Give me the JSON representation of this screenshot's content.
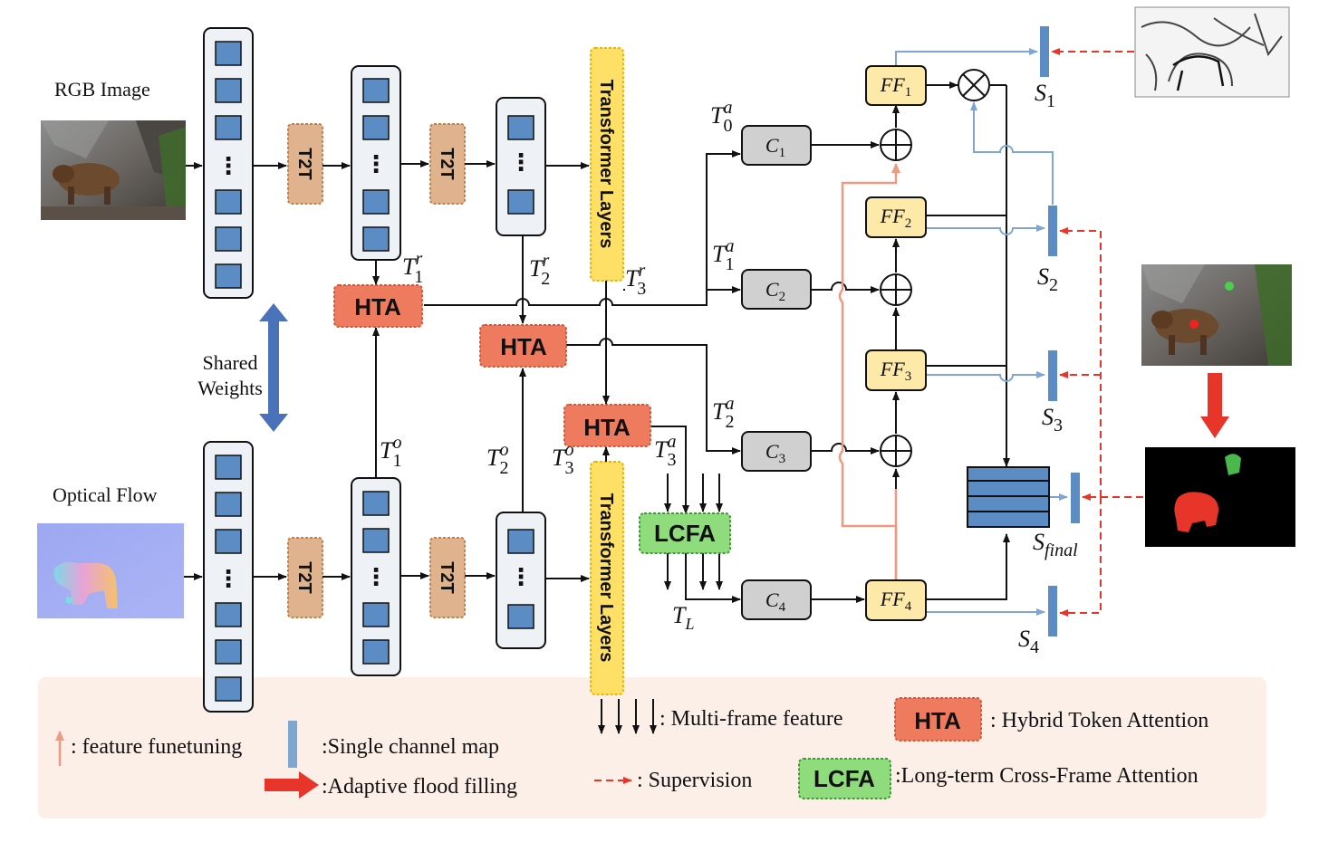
{
  "labels": {
    "rgb_image": "RGB Image",
    "optical_flow": "Optical Flow",
    "shared_line1": "Shared",
    "shared_line2": "Weights",
    "t2t": "T2T",
    "transformer_layers": "Transformer Layers",
    "hta": "HTA",
    "lcfa": "LCFA",
    "dots": "⋮"
  },
  "tokens": {
    "t1r": {
      "base": "T",
      "sup": "r",
      "sub": "1"
    },
    "t2r": {
      "base": "T",
      "sup": "r",
      "sub": "2"
    },
    "t3r": {
      "base": "T",
      "sup": "r",
      "sub": "3"
    },
    "t1o": {
      "base": "T",
      "sup": "o",
      "sub": "1"
    },
    "t2o": {
      "base": "T",
      "sup": "o",
      "sub": "2"
    },
    "t3o": {
      "base": "T",
      "sup": "o",
      "sub": "3"
    },
    "t0a": {
      "base": "T",
      "sup": "a",
      "sub": "0"
    },
    "t1a": {
      "base": "T",
      "sup": "a",
      "sub": "1"
    },
    "t2a": {
      "base": "T",
      "sup": "a",
      "sub": "2"
    },
    "t3a": {
      "base": "T",
      "sup": "a",
      "sub": "3"
    },
    "tl": {
      "base": "T",
      "sub": "L"
    }
  },
  "conv": {
    "c1": {
      "base": "C",
      "sub": "1"
    },
    "c2": {
      "base": "C",
      "sub": "2"
    },
    "c3": {
      "base": "C",
      "sub": "3"
    },
    "c4": {
      "base": "C",
      "sub": "4"
    }
  },
  "ff": {
    "ff1": {
      "base": "FF",
      "sub": "1"
    },
    "ff2": {
      "base": "FF",
      "sub": "2"
    },
    "ff3": {
      "base": "FF",
      "sub": "3"
    },
    "ff4": {
      "base": "FF",
      "sub": "4"
    }
  },
  "outputs": {
    "s1": {
      "base": "S",
      "sub": "1"
    },
    "s2": {
      "base": "S",
      "sub": "2"
    },
    "s3": {
      "base": "S",
      "sub": "3"
    },
    "s4": {
      "base": "S",
      "sub": "4"
    },
    "sfinal": {
      "base": "S",
      "sub": "final"
    }
  },
  "legend": {
    "feature_finetuning": ": feature funetuning",
    "single_channel_map": ":Single channel map",
    "adaptive_flood_filling": ":Adaptive flood filling",
    "multi_frame_feature": ": Multi-frame feature",
    "supervision": ": Supervision",
    "hybrid_token_attention": ": Hybrid Token Attention",
    "long_term_cfa": ":Long-term Cross-Frame Attention"
  },
  "colors": {
    "token_blue": "#5b8cc4",
    "column_bg": "#eef2f7",
    "t2t_fill": "#deb38e",
    "t2t_border": "#c4804a",
    "tl_fill": "#ffe066",
    "tl_border": "#e6b800",
    "hta_fill": "#ef7b5e",
    "hta_border": "#d4573b",
    "lcfa_fill": "#8fdc7c",
    "lcfa_border": "#3e9c34",
    "conv_fill": "#d0d0d0",
    "ff_fill": "#fde9a8",
    "finetune_arrow": "#ee9a80",
    "skip_blue": "#8aaed3",
    "supervision_red": "#e8352a",
    "legend_bg": "#fbefe8"
  }
}
